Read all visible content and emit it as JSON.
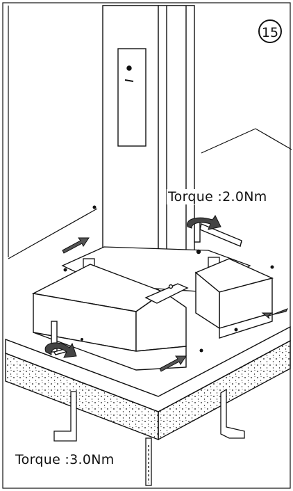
{
  "step_number": "15",
  "torque_upper": "Torque :2.0Nm",
  "torque_lower": "Torque :3.0Nm",
  "colors": {
    "line": "#111111",
    "fill": "#ffffff",
    "arrow": "#333333",
    "floor": "#ffffff"
  },
  "icons": [
    "wrench-icon",
    "rotate-arrow-icon",
    "direction-arrow-icon",
    "screw-icon"
  ]
}
